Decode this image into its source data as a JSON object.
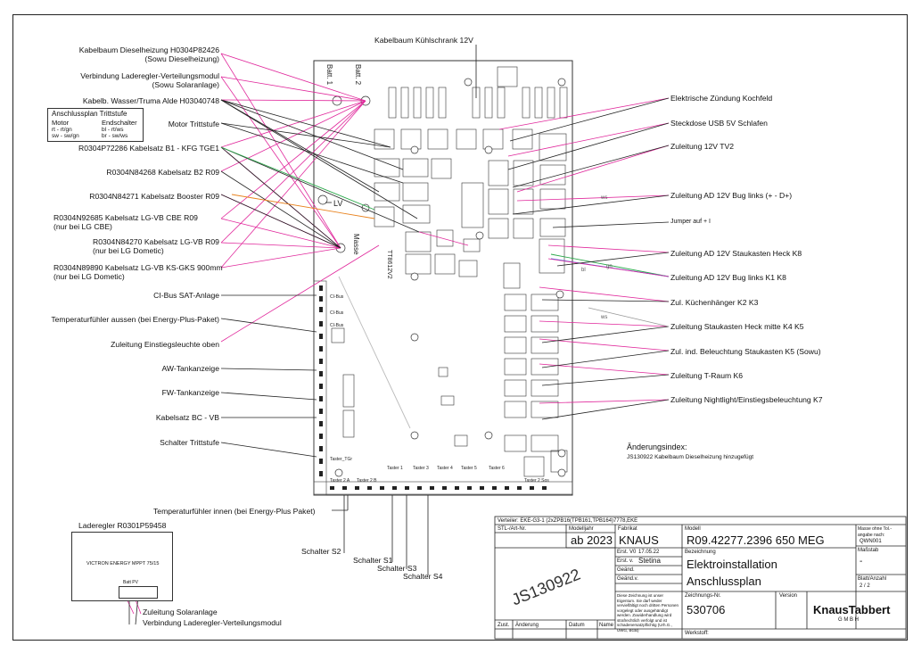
{
  "left_labels": [
    "Kabelbaum Dieselheizung H0304P82426",
    "(Sowu Dieselheizung)",
    "Verbindung Laderegler-Verteilungsmodul",
    "(Sowu Solaranlage)",
    "Kabelb. Wasser/Truma Alde H03040748",
    "Motor Trittstufe",
    "R0304P72286 Kabelsatz B1 - KFG TGE1",
    "R0304N84268 Kabelsatz B2 R09",
    "R0304N84271 Kabelsatz Booster R09",
    "R0304N92685 Kabelsatz LG-VB CBE R09",
    "(nur bei LG CBE)",
    "R0304N84270 Kabelsatz LG-VB R09",
    "(nur bei LG Dometic)",
    "R0304N89890 Kabelsatz LG-VB KS-GKS 900mm",
    "(nur bei LG Dometic)",
    "CI-Bus SAT-Anlage",
    "Temperaturfühler aussen (bei Energy-Plus-Paket)",
    "Zuleitung Einstiegsleuchte oben",
    "AW-Tankanzeige",
    "FW-Tankanzeige",
    "Kabelsatz BC - VB",
    "Schalter Trittstufe",
    "Temperaturfühler innen (bei Energy-Plus Paket)"
  ],
  "legend": {
    "title": "Anschlussplan Trittstufe",
    "col1_head": "Motor",
    "col2_head": "Endschalter",
    "rows": [
      [
        "rt - rt/gn",
        "bl - rt/ws"
      ],
      [
        "sw - sw/gn",
        "br - sw/ws"
      ]
    ]
  },
  "top_label": "Kabelbaum Kühlschrank 12V",
  "right_labels": [
    "Elektrische Zündung Kochfeld",
    "Steckdose USB 5V Schlafen",
    "Zuleitung 12V TV2",
    "Zuleitung AD 12V Bug links (+ - D+)",
    "Jumper auf + I",
    "Zuleitung AD 12V Staukasten Heck K8",
    "Zuleitung AD 12V Bug links K1  K8",
    "Zul. Küchenhänger K2 K3",
    "Zuleitung Staukasten Heck mitte K4 K5",
    "Zul. ind. Beleuchtung Staukasten K5 (Sowu)",
    "Zuleitung T-Raum K6",
    "Zuleitung Nightlight/Einstiegsbeleuchtung K7"
  ],
  "board_labels": {
    "batt1": "Batt. 1",
    "batt2": "Batt. 2",
    "masse": "Masse",
    "lv": "LV",
    "board_id": "TT8612V2",
    "ws": "ws",
    "gn": "gn",
    "bl": "bl",
    "taster": [
      "Taster 1",
      "Taster 3",
      "Taster 4",
      "Taster 5",
      "Taster 6"
    ],
    "taster_bottom": [
      "Taster 2 A",
      "Taster 2 B",
      "Taster 2 Sos"
    ],
    "cibus": [
      "CI-Bus",
      "CI-Bus",
      "CI-Bus"
    ],
    "tgr": "Taster_TGr"
  },
  "aenderung": {
    "title": "Änderungsindex:",
    "text": "JS130922 Kabelbaum Dieselheizung hinzugefügt"
  },
  "bottom_switches": [
    "Schalter S2",
    "Schalter S1",
    "Schalter S3",
    "Schalter S4"
  ],
  "laderegler": {
    "title": "Laderegler R0301P59458",
    "device": "VICTRON ENERGY MPPT 75/15",
    "terminals": "Batt   PV",
    "labels": [
      "Zuleitung Solaranlage",
      "Verbindung Laderegler-Verteilungsmodul"
    ]
  },
  "title_block": {
    "verteiler": "Verteiler:  EKE-G3-1  (2xZPB16(TPB161,TPB164)7778,EKE",
    "stl_label": "STL-/Art-Nr.",
    "modelljahr_label": "Modelljahr",
    "modelljahr": "ab 2023",
    "fabrikat_label": "Fabrikat",
    "fabrikat": "KNAUS",
    "modell_label": "Modell",
    "modell": "R09.42277.2396 650 MEG",
    "masse_note": "Masse ohne Tol.-angabe nach:",
    "norm": "QWN001",
    "erst_v0": "Erst. V0",
    "date": "17.05.22",
    "erst_v": "Erst. v.",
    "erst_name": "Stetina",
    "gepr": "Geänd.",
    "gepr_v": "Geänd.v.",
    "bezeichnung_label": "Bezeichnung",
    "title1": "Elektroinstallation",
    "title2": "Anschlussplan",
    "massstab_label": "Maßstab",
    "massstab": "-",
    "blatt_label": "Blatt/Anzahl",
    "blatt": "2 / 2",
    "stamp": "JS130922",
    "copyright": "Diese Zeichnung ist unser Eigentum. Sie darf weder vervielfältigt noch dritten Personen vorgelegt oder ausgehändigt werden. Zuwiderhandlung wird strafrechtlich verfolgt und ist schadenersatzpflichtig (Urh.G., UWG, BGB)",
    "zeichnungsnr_label": "Zeichnungs-Nr.",
    "zeichnungsnr": "530706",
    "version_label": "Version",
    "logo": "KnausTabbert",
    "logo_sub": "G M B H",
    "zust": "Zust.",
    "aenderung": "Änderung",
    "datum": "Datum",
    "name": "Name",
    "werkstoff": "Werkstoff:"
  },
  "colors": {
    "pink": "#e0279b",
    "black": "#111111",
    "green": "#2aa84a",
    "blue": "#3b6fe0",
    "orange": "#e8821e",
    "grey": "#999999"
  }
}
